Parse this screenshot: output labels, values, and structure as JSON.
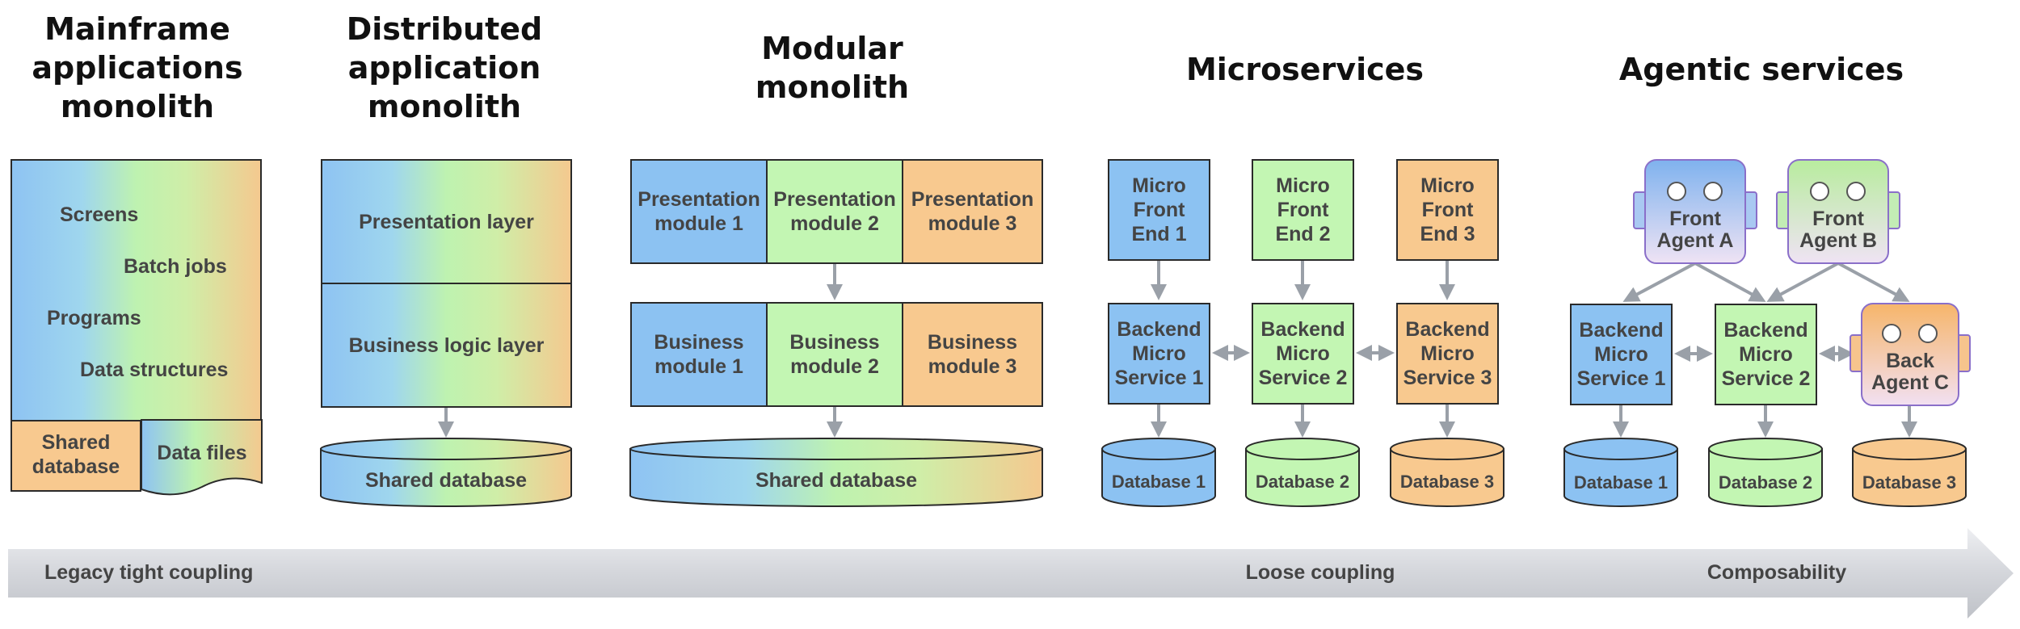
{
  "columns": {
    "mainframe": {
      "title": [
        "Mainframe",
        "applications",
        "monolith"
      ],
      "items": [
        "Screens",
        "Batch jobs",
        "Programs",
        "Data structures"
      ],
      "shared_database": [
        "Shared",
        "database"
      ],
      "data_files": "Data files"
    },
    "distributed": {
      "title": [
        "Distributed",
        "application",
        "monolith"
      ],
      "presentation_layer": "Presentation layer",
      "business_logic_layer": "Business logic layer",
      "shared_database": "Shared database"
    },
    "modular": {
      "title": [
        "Modular",
        "monolith"
      ],
      "presentation_modules": [
        [
          "Presentation",
          "module 1"
        ],
        [
          "Presentation",
          "module 2"
        ],
        [
          "Presentation",
          "module 3"
        ]
      ],
      "business_modules": [
        [
          "Business",
          "module 1"
        ],
        [
          "Business",
          "module 2"
        ],
        [
          "Business",
          "module 3"
        ]
      ],
      "shared_database": "Shared database"
    },
    "microservices": {
      "title": "Microservices",
      "front_ends": [
        [
          "Micro",
          "Front",
          "End 1"
        ],
        [
          "Micro",
          "Front",
          "End 2"
        ],
        [
          "Micro",
          "Front",
          "End 3"
        ]
      ],
      "services": [
        [
          "Backend",
          "Micro",
          "Service 1"
        ],
        [
          "Backend",
          "Micro",
          "Service 2"
        ],
        [
          "Backend",
          "Micro",
          "Service 3"
        ]
      ],
      "databases": [
        "Database 1",
        "Database 2",
        "Database 3"
      ]
    },
    "agentic": {
      "title": "Agentic services",
      "front_agents": [
        [
          "Front",
          "Agent A"
        ],
        [
          "Front",
          "Agent B"
        ]
      ],
      "back_agent": [
        "Back",
        "Agent C"
      ],
      "services": [
        [
          "Backend",
          "Micro",
          "Service 1"
        ],
        [
          "Backend",
          "Micro",
          "Service 2"
        ]
      ],
      "databases": [
        "Database 1",
        "Database 2",
        "Database 3"
      ]
    }
  },
  "arrow_labels": {
    "legacy": "Legacy tight coupling",
    "loose": "Loose coupling",
    "composability": "Composability"
  },
  "colors": {
    "blue": "#8cc2f2",
    "green": "#c3f6b3",
    "orange": "#f8c98f",
    "connector": "#9aa0a8",
    "border": "#2a2a2a"
  }
}
